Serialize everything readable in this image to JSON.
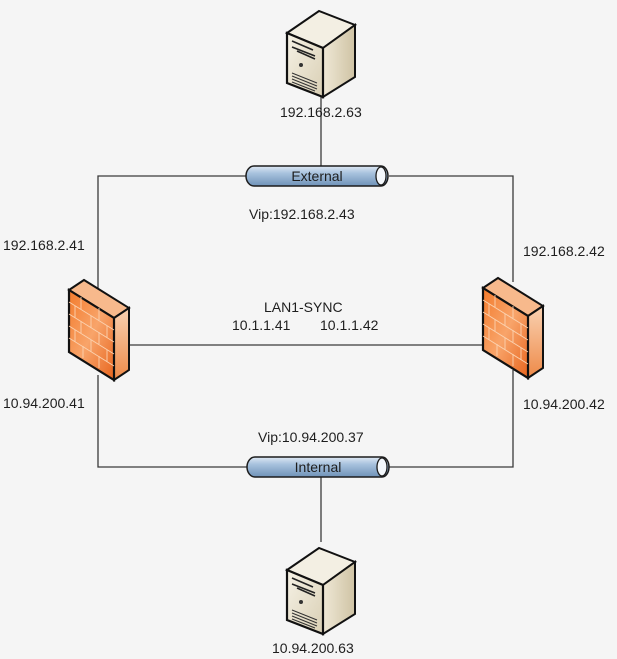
{
  "diagram": {
    "type": "network-topology",
    "nodes": {
      "server_top": {
        "label": "192.168.2.63",
        "icon": "server-icon"
      },
      "server_bottom": {
        "label": "10.94.200.63",
        "icon": "server-icon"
      },
      "firewall_left": {
        "label_external": "192.168.2.41",
        "label_internal": "10.94.200.41",
        "icon": "firewall-icon"
      },
      "firewall_right": {
        "label_external": "192.168.2.42",
        "label_internal": "10.94.200.42",
        "icon": "firewall-icon"
      }
    },
    "networks": {
      "external": {
        "label": "External",
        "vip": "Vip:192.168.2.43",
        "icon": "network-segment-icon"
      },
      "internal": {
        "label": "Internal",
        "vip": "Vip:10.94.200.37",
        "icon": "network-segment-icon"
      },
      "sync": {
        "label": "LAN1-SYNC",
        "left_ip": "10.1.1.41",
        "right_ip": "10.1.1.42"
      }
    },
    "colors": {
      "background": "#f5f5f5",
      "line": "#3a3a3a",
      "tube": "#8fb0d2",
      "firewall": "#f07a30",
      "server": "#e8e0cc"
    }
  }
}
